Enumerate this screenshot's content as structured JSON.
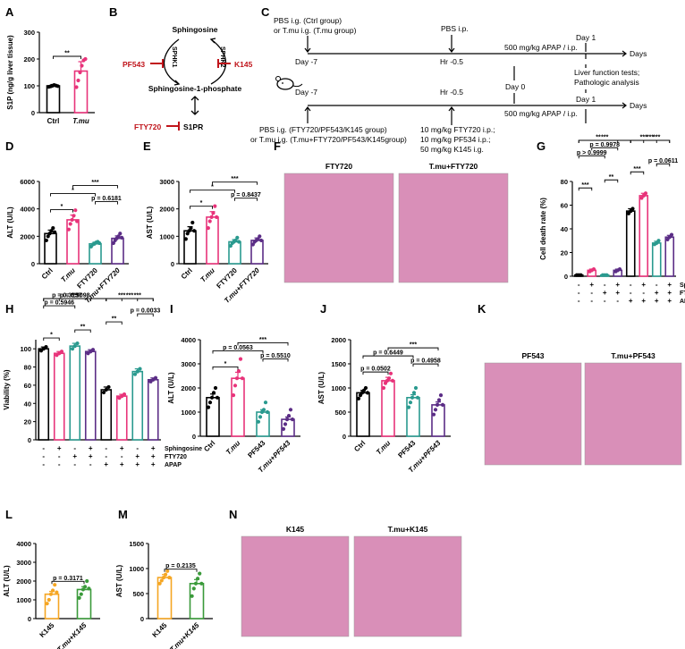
{
  "colors": {
    "black": "#000000",
    "pink": "#e8337a",
    "teal": "#2a9a8f",
    "purple": "#5b2d86",
    "orange": "#f5a623",
    "green": "#3a9a3a",
    "inhibitor": "#c0141b",
    "micro": "#d98fb8"
  },
  "panel_labels": [
    "A",
    "B",
    "C",
    "D",
    "E",
    "F",
    "G",
    "H",
    "I",
    "J",
    "K",
    "L",
    "M",
    "N"
  ],
  "pathway": {
    "sphingosine": "Sphingosine",
    "s1p": "Sphingosine-1-phosphate",
    "s1pr": "S1PR",
    "sphk1": "SPHK1",
    "sphk2": "SPHK2",
    "pf543": "PF543",
    "k145": "K145",
    "fty720": "FTY720"
  },
  "timeline": {
    "top_group": "PBS i.g. (Ctrl group)",
    "top_group2": "or T.mu i.g. (T.mu group)",
    "pbs_ip": "PBS i.p.",
    "day_minus7": "Day -7",
    "hr": "Hr -0.5",
    "apap": "500 mg/kg APAP / i.p.",
    "day0": "Day 0",
    "day1": "Day 1",
    "days": "Days",
    "outcome1": "Liver function tests;",
    "outcome2": "Pathologic analysis",
    "bottom_group": "PBS i.g. (FTY720/PF543/K145 group)",
    "bottom_group2": "or T.mu i.g. (T.mu+FTY720/PF543/K145group)",
    "dose1": "10 mg/kg FTY720 i.p.;",
    "dose2": "10 mg/kg PF534 i.p.;",
    "dose3": "50 mg/kg K145 i.g."
  },
  "micrographs": {
    "F": [
      "FTY720",
      "T.mu+FTY720"
    ],
    "K": [
      "PF543",
      "T.mu+PF543"
    ],
    "N": [
      "K145",
      "T.mu+K145"
    ]
  },
  "treatment_rows": {
    "G": {
      "labels": [
        "Sphingosine",
        "FTY720",
        "APAP"
      ],
      "marks": [
        [
          "-",
          "+",
          "-",
          "+",
          "-",
          "+",
          "-",
          "+"
        ],
        [
          "-",
          "-",
          "+",
          "+",
          "-",
          "-",
          "+",
          "+"
        ],
        [
          "-",
          "-",
          "-",
          "-",
          "+",
          "+",
          "+",
          "+"
        ]
      ]
    },
    "H": {
      "labels": [
        "Sphingosine",
        "FTY720",
        "APAP"
      ],
      "marks": [
        [
          "-",
          "+",
          "-",
          "+",
          "-",
          "+",
          "-",
          "+"
        ],
        [
          "-",
          "-",
          "+",
          "+",
          "-",
          "-",
          "+",
          "+"
        ],
        [
          "-",
          "-",
          "-",
          "-",
          "+",
          "+",
          "+",
          "+"
        ]
      ]
    }
  },
  "chart_data": [
    {
      "id": "A",
      "type": "bar",
      "ylabel": "S1P (ng/g liver tissue)",
      "ylim": [
        0,
        300
      ],
      "yticks": [
        0,
        100,
        200,
        300
      ],
      "categories": [
        "Ctrl",
        "T.mu"
      ],
      "values": [
        100,
        155
      ],
      "errors": [
        5,
        35
      ],
      "colors": [
        "#000000",
        "#e8337a"
      ],
      "points": [
        [
          96,
          98,
          100,
          103,
          101,
          99
        ],
        [
          95,
          120,
          150,
          175,
          195,
          200
        ]
      ],
      "sig": [
        {
          "a": 0,
          "b": 1,
          "label": "**"
        }
      ]
    },
    {
      "id": "D",
      "type": "bar",
      "ylabel": "ALT (U/L)",
      "ylim": [
        0,
        6000
      ],
      "yticks": [
        0,
        2000,
        4000,
        6000
      ],
      "categories": [
        "Ctrl",
        "T.mu",
        "FTY720",
        "T.mu+FTY720"
      ],
      "values": [
        2200,
        3200,
        1450,
        1850
      ],
      "errors": [
        250,
        350,
        120,
        180
      ],
      "colors": [
        "#000000",
        "#e8337a",
        "#2a9a8f",
        "#5b2d86"
      ],
      "points": [
        [
          1700,
          2000,
          2200,
          2400,
          2600,
          2300
        ],
        [
          2500,
          2900,
          3200,
          3500,
          3900,
          3100
        ],
        [
          1250,
          1400,
          1450,
          1550,
          1600,
          1500
        ],
        [
          1500,
          1700,
          1850,
          2000,
          2200,
          1900
        ]
      ],
      "sig": [
        {
          "a": 0,
          "b": 1,
          "label": "*"
        },
        {
          "a": 0,
          "b": 2,
          "label": "*"
        },
        {
          "a": 1,
          "b": 3,
          "label": "***"
        },
        {
          "a": 2,
          "b": 3,
          "label": "p = 0.6181"
        }
      ]
    },
    {
      "id": "E",
      "type": "bar",
      "ylabel": "AST (U/L)",
      "ylim": [
        0,
        3000
      ],
      "yticks": [
        0,
        1000,
        2000,
        3000
      ],
      "categories": [
        "Ctrl",
        "T.mu",
        "FTY720",
        "T.mu+FTY720"
      ],
      "values": [
        1200,
        1700,
        800,
        850
      ],
      "errors": [
        150,
        200,
        80,
        90
      ],
      "colors": [
        "#000000",
        "#e8337a",
        "#2a9a8f",
        "#5b2d86"
      ],
      "points": [
        [
          900,
          1100,
          1200,
          1300,
          1500,
          1200
        ],
        [
          1300,
          1550,
          1700,
          1850,
          2100,
          1700
        ],
        [
          650,
          750,
          800,
          850,
          950,
          800
        ],
        [
          700,
          800,
          850,
          900,
          1000,
          850
        ]
      ],
      "sig": [
        {
          "a": 0,
          "b": 1,
          "label": "*"
        },
        {
          "a": 0,
          "b": 2,
          "label": "*"
        },
        {
          "a": 1,
          "b": 3,
          "label": "***"
        },
        {
          "a": 2,
          "b": 3,
          "label": "p = 0.8437"
        }
      ]
    },
    {
      "id": "G",
      "type": "bar",
      "ylabel": "Cell death rate (%)",
      "ylim": [
        0,
        80
      ],
      "yticks": [
        0,
        20,
        40,
        60,
        80
      ],
      "categories": [
        "1",
        "2",
        "3",
        "4",
        "5",
        "6",
        "7",
        "8"
      ],
      "values": [
        1,
        5,
        1,
        5,
        55,
        68,
        28,
        33
      ],
      "errors": [
        0.5,
        1,
        0.5,
        1,
        2,
        2,
        1.5,
        1.5
      ],
      "colors": [
        "#000000",
        "#e8337a",
        "#2a9a8f",
        "#5b2d86",
        "#000000",
        "#e8337a",
        "#2a9a8f",
        "#5b2d86"
      ],
      "points": [
        [
          1,
          1,
          1
        ],
        [
          4,
          5,
          6
        ],
        [
          1,
          1,
          1
        ],
        [
          4,
          5,
          6
        ],
        [
          53,
          55,
          57
        ],
        [
          66,
          68,
          70
        ],
        [
          27,
          28,
          30
        ],
        [
          31,
          33,
          35
        ]
      ],
      "sig": [
        {
          "a": 0,
          "b": 1,
          "label": "***"
        },
        {
          "a": 0,
          "b": 2,
          "label": "p > 0.9999"
        },
        {
          "a": 0,
          "b": 3,
          "label": "**"
        },
        {
          "a": 2,
          "b": 3,
          "label": "**"
        },
        {
          "a": 1,
          "b": 3,
          "label": "p = 0.9978"
        },
        {
          "a": 0,
          "b": 4,
          "label": "***"
        },
        {
          "a": 4,
          "b": 5,
          "label": "***"
        },
        {
          "a": 4,
          "b": 6,
          "label": "***"
        },
        {
          "a": 4,
          "b": 7,
          "label": "***"
        },
        {
          "a": 5,
          "b": 7,
          "label": "***"
        },
        {
          "a": 6,
          "b": 7,
          "label": "p = 0.0611"
        }
      ]
    },
    {
      "id": "H",
      "type": "bar",
      "ylabel": "Viability (%)",
      "ylim": [
        0,
        110
      ],
      "yticks": [
        0,
        20,
        40,
        60,
        80,
        100
      ],
      "categories": [
        "1",
        "2",
        "3",
        "4",
        "5",
        "6",
        "7",
        "8"
      ],
      "values": [
        100,
        95,
        103,
        97,
        55,
        48,
        75,
        66
      ],
      "errors": [
        2,
        2,
        3,
        2,
        3,
        2,
        3,
        2
      ],
      "colors": [
        "#000000",
        "#e8337a",
        "#2a9a8f",
        "#5b2d86",
        "#000000",
        "#e8337a",
        "#2a9a8f",
        "#5b2d86"
      ],
      "points": [
        [
          98,
          100,
          102
        ],
        [
          93,
          95,
          97
        ],
        [
          100,
          103,
          106
        ],
        [
          95,
          97,
          99
        ],
        [
          52,
          55,
          58
        ],
        [
          46,
          48,
          50
        ],
        [
          72,
          75,
          78
        ],
        [
          64,
          66,
          68
        ]
      ],
      "sig": [
        {
          "a": 0,
          "b": 1,
          "label": "*"
        },
        {
          "a": 2,
          "b": 3,
          "label": "**"
        },
        {
          "a": 0,
          "b": 2,
          "label": "p = 0.5946"
        },
        {
          "a": 1,
          "b": 3,
          "label": "p = 0.9098"
        },
        {
          "a": 0,
          "b": 3,
          "label": "p = 0.3157"
        },
        {
          "a": 0,
          "b": 4,
          "label": "***"
        },
        {
          "a": 4,
          "b": 5,
          "label": "**"
        },
        {
          "a": 4,
          "b": 6,
          "label": "***"
        },
        {
          "a": 5,
          "b": 7,
          "label": "***"
        },
        {
          "a": 6,
          "b": 7,
          "label": "p = 0.0033"
        },
        {
          "a": 4,
          "b": 7,
          "label": "***"
        }
      ]
    },
    {
      "id": "I",
      "type": "bar",
      "ylabel": "ALT (U/L)",
      "ylim": [
        0,
        4000
      ],
      "yticks": [
        0,
        1000,
        2000,
        3000,
        4000
      ],
      "categories": [
        "Ctrl",
        "T.mu",
        "PF543",
        "T.mu+PF543"
      ],
      "values": [
        1600,
        2400,
        1000,
        700
      ],
      "errors": [
        150,
        250,
        100,
        100
      ],
      "colors": [
        "#000000",
        "#e8337a",
        "#2a9a8f",
        "#5b2d86"
      ],
      "points": [
        [
          1200,
          1400,
          1600,
          1800,
          2000,
          1600
        ],
        [
          1700,
          2100,
          2400,
          2700,
          3200,
          2400
        ],
        [
          600,
          800,
          1000,
          1100,
          1400,
          1000
        ],
        [
          300,
          500,
          700,
          850,
          1100,
          700
        ]
      ],
      "sig": [
        {
          "a": 0,
          "b": 1,
          "label": "*"
        },
        {
          "a": 0,
          "b": 2,
          "label": "p = 0.0563"
        },
        {
          "a": 1,
          "b": 3,
          "label": "***"
        },
        {
          "a": 2,
          "b": 3,
          "label": "p = 0.5510"
        }
      ]
    },
    {
      "id": "J",
      "type": "bar",
      "ylabel": "AST (U/L)",
      "ylim": [
        0,
        2000
      ],
      "yticks": [
        0,
        500,
        1000,
        1500,
        2000
      ],
      "categories": [
        "Ctrl",
        "T.mu",
        "PF543",
        "T.mu+PF543"
      ],
      "values": [
        900,
        1150,
        800,
        650
      ],
      "errors": [
        50,
        70,
        60,
        60
      ],
      "colors": [
        "#000000",
        "#e8337a",
        "#2a9a8f",
        "#5b2d86"
      ],
      "points": [
        [
          780,
          850,
          900,
          950,
          1000,
          900
        ],
        [
          1000,
          1100,
          1150,
          1200,
          1300,
          1150
        ],
        [
          600,
          700,
          800,
          900,
          1000,
          800
        ],
        [
          450,
          550,
          650,
          750,
          850,
          650
        ]
      ],
      "sig": [
        {
          "a": 0,
          "b": 1,
          "label": "p = 0.0502"
        },
        {
          "a": 0,
          "b": 2,
          "label": "p = 0.6449"
        },
        {
          "a": 1,
          "b": 3,
          "label": "***"
        },
        {
          "a": 2,
          "b": 3,
          "label": "p = 0.4958"
        }
      ]
    },
    {
      "id": "L",
      "type": "bar",
      "ylabel": "ALT (U/L)",
      "ylim": [
        0,
        4000
      ],
      "yticks": [
        0,
        1000,
        2000,
        3000,
        4000
      ],
      "categories": [
        "K145",
        "T.mu+K145"
      ],
      "values": [
        1300,
        1550
      ],
      "errors": [
        150,
        150
      ],
      "colors": [
        "#f5a623",
        "#3a9a3a"
      ],
      "points": [
        [
          800,
          1000,
          1300,
          1500,
          1800,
          1400
        ],
        [
          1100,
          1300,
          1550,
          1700,
          2000,
          1600
        ]
      ],
      "sig": [
        {
          "a": 0,
          "b": 1,
          "label": "p = 0.3171"
        }
      ]
    },
    {
      "id": "M",
      "type": "bar",
      "ylabel": "AST (U/L)",
      "ylim": [
        0,
        1500
      ],
      "yticks": [
        0,
        500,
        1000,
        1500
      ],
      "categories": [
        "K145",
        "T.mu+K145"
      ],
      "values": [
        820,
        700
      ],
      "errors": [
        60,
        80
      ],
      "colors": [
        "#f5a623",
        "#3a9a3a"
      ],
      "points": [
        [
          700,
          760,
          820,
          880,
          950,
          820
        ],
        [
          450,
          600,
          700,
          800,
          900,
          700
        ]
      ],
      "sig": [
        {
          "a": 0,
          "b": 1,
          "label": "p = 0.2135"
        }
      ]
    }
  ]
}
